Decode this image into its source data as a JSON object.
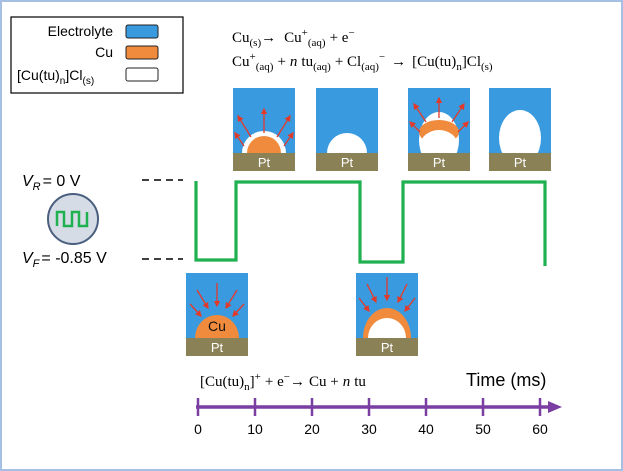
{
  "legend": {
    "electrolyte_label": "Electrolyte",
    "cu_label": "Cu",
    "complex_main": "[Cu(tu)",
    "complex_n": "n",
    "complex_cl": "]Cl",
    "complex_sub": "(s)"
  },
  "colors": {
    "electrolyte": "#3a9ae0",
    "cu": "#f08a3c",
    "complex": "#ffffff",
    "pt": "#8b8157",
    "waveform": "#1fb04f",
    "time_axis": "#7b3fa3",
    "field_arrows": "#e23a2a",
    "frame": "#a6c0e4"
  },
  "equations": {
    "anodic_1": {
      "cu": "Cu",
      "sub_s": "(s)",
      "arrow": "→",
      "cu_plus": "Cu",
      "sup_plus": "+",
      "sub_aq": "(aq)",
      "plus_e": "+ e",
      "sup_minus": "−"
    },
    "anodic_2": {
      "cu": "Cu",
      "sup_plus": "+",
      "sub_aq1": "(aq)",
      "plus_n": "+",
      "n": "n",
      "tu": "tu",
      "sub_aq2": "(aq)",
      "plus_cl": "+ Cl",
      "sub_aq3": "(aq)",
      "sup_minus": "−",
      "arrow": "→",
      "product": "[Cu(tu)",
      "product_n": "n",
      "product_rest": "]Cl",
      "sub_s": "(s)"
    },
    "cathodic": {
      "reactant": "[Cu(tu)",
      "reactant_n": "n",
      "reactant_close": "]",
      "sup_plus": "+",
      "plus_e": "+ e",
      "sup_minus": "−",
      "arrow": "→",
      "product": "Cu +",
      "n": "n",
      "tu": "tu"
    }
  },
  "potentials": {
    "vr_symbol": "V",
    "vr_sub": "R",
    "vr_value": "= 0 V",
    "vf_symbol": "V",
    "vf_sub": "F",
    "vf_value": "= -0.85 V"
  },
  "electrode_label": "Pt",
  "cu_particle_label": "Cu",
  "time_axis": {
    "label": "Time (ms)",
    "ticks": [
      "0",
      "10",
      "20",
      "30",
      "40",
      "50",
      "60"
    ]
  }
}
